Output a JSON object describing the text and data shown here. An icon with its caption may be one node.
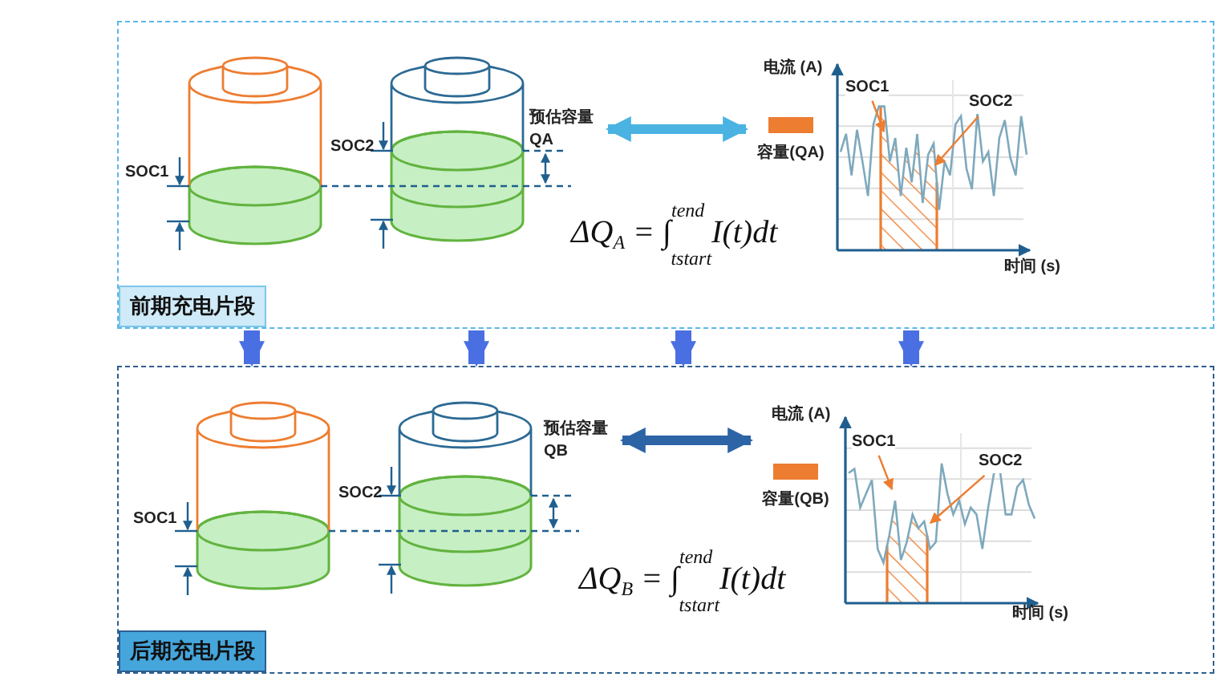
{
  "diagram": {
    "nodes": [
      {
        "text": [
          "前期充电片段"
        ]
      },
      {
        "text": [
          "预估容量 QA"
        ],
        "in": 0
      },
      {
        "text": [
          "容量(QA)"
        ],
        "in": 0
      },
      {
        "text": [
          "SOC1"
        ],
        "in": 0
      },
      {
        "text": [
          "SOC2"
        ],
        "in": 0
      },
      {
        "text": [
          "后期充电片段"
        ]
      },
      {
        "text": [
          "预估容量 QB"
        ],
        "in": 5
      },
      {
        "text": [
          "容量(QB)"
        ],
        "in": 5
      },
      {
        "text": [
          "SOC1"
        ],
        "in": 5
      },
      {
        "text": [
          "SOC2"
        ],
        "in": 5
      }
    ],
    "edges": [
      {
        "from": 1,
        "to": 2,
        "arrow": "both",
        "color": "#4ab3e2"
      },
      {
        "from": 6,
        "to": 7,
        "arrow": "both",
        "color": "#2d64a6"
      },
      {
        "from": 0,
        "to": 5,
        "arrow": "to",
        "color": "#4a6fe3"
      },
      {
        "from": 0,
        "to": 5,
        "arrow": "to",
        "color": "#4a6fe3"
      },
      {
        "from": 0,
        "to": 5,
        "arrow": "to",
        "color": "#4a6fe3"
      },
      {
        "from": 0,
        "to": 5,
        "arrow": "to",
        "color": "#4a6fe3"
      },
      {
        "from": 3,
        "to": null,
        "arrow": "to",
        "color": "#ed7d31"
      },
      {
        "from": 4,
        "to": null,
        "arrow": "to",
        "color": "#ed7d31"
      },
      {
        "from": 8,
        "to": null,
        "arrow": "to",
        "color": "#ed7d31"
      },
      {
        "from": 9,
        "to": null,
        "arrow": "to",
        "color": "#ed7d31"
      }
    ],
    "labels": [
      "SOC1",
      "SOC2",
      "ΔQ$_{A}$ = ∫$^{tend}$$_{tstart}$I(t)dt",
      "电流 (A)",
      "时间 (s)",
      "SOC1",
      "SOC2",
      "ΔQ$_{B}$ = ∫$^{tend}$$_{tstart}$I(t)dt",
      "电流 (A)",
      "时间 (s)"
    ]
  }
}
